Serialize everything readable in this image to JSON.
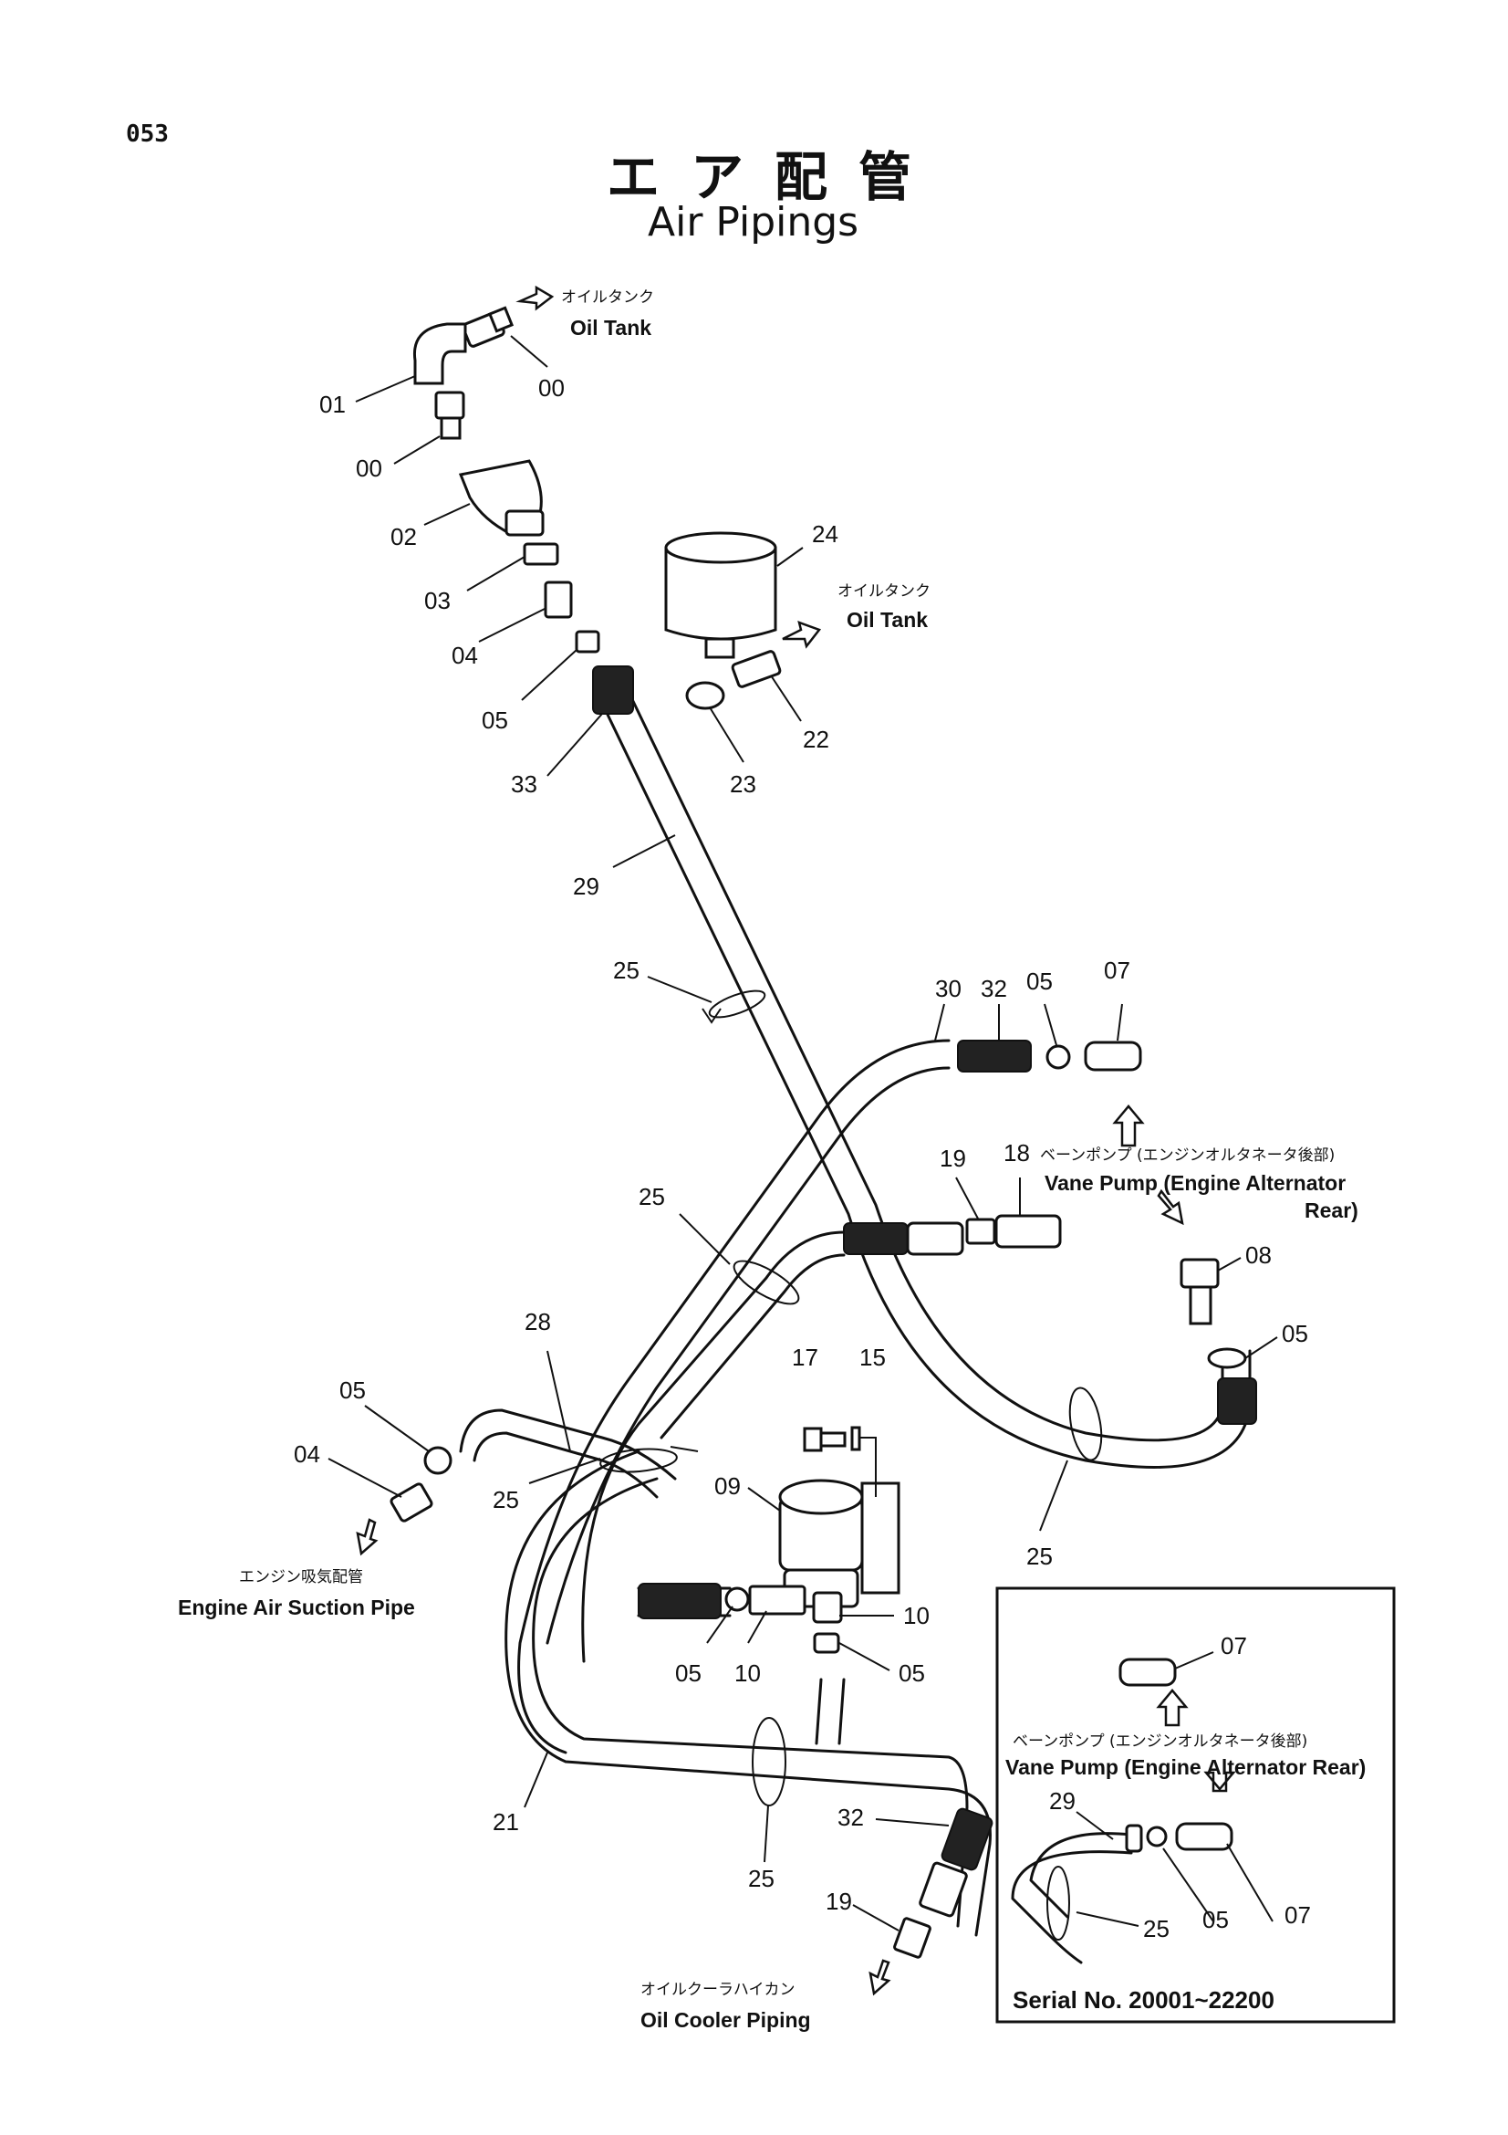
{
  "page_number": "053",
  "title": {
    "jp": "エア配管",
    "en": "Air Pipings"
  },
  "destinations": {
    "oil_tank_top": {
      "jp": "オイルタンク",
      "en": "Oil Tank"
    },
    "oil_tank_mid": {
      "jp": "オイルタンク",
      "en": "Oil Tank"
    },
    "vane_pump": {
      "jp": "ベーンポンプ (エンジンオルタネータ後部)",
      "en_line1": "Vane Pump (Engine Alternator",
      "en_line2": "Rear)"
    },
    "engine_air": {
      "jp": "エンジン吸気配管",
      "en": "Engine Air Suction Pipe"
    },
    "oil_cooler": {
      "jp": "オイルクーラハイカン",
      "en": "Oil Cooler Piping"
    }
  },
  "part_labels": [
    "00",
    "01",
    "00",
    "02",
    "03",
    "04",
    "05",
    "33",
    "24",
    "22",
    "23",
    "29",
    "25",
    "30",
    "32",
    "05",
    "07",
    "19",
    "18",
    "25",
    "08",
    "05",
    "28",
    "05",
    "04",
    "25",
    "17",
    "15",
    "09",
    "25",
    "05",
    "10",
    "10",
    "05",
    "21",
    "32",
    "25",
    "19"
  ],
  "inset": {
    "vane_pump_jp": "ベーンポンプ (エンジンオルタネータ後部)",
    "vane_pump_en": "Vane Pump (Engine Alternator Rear)",
    "labels": [
      "07",
      "29",
      "25",
      "05",
      "07"
    ],
    "serial": "Serial No. 20001~22200"
  },
  "colors": {
    "ink": "#111111",
    "paper": "#ffffff"
  }
}
